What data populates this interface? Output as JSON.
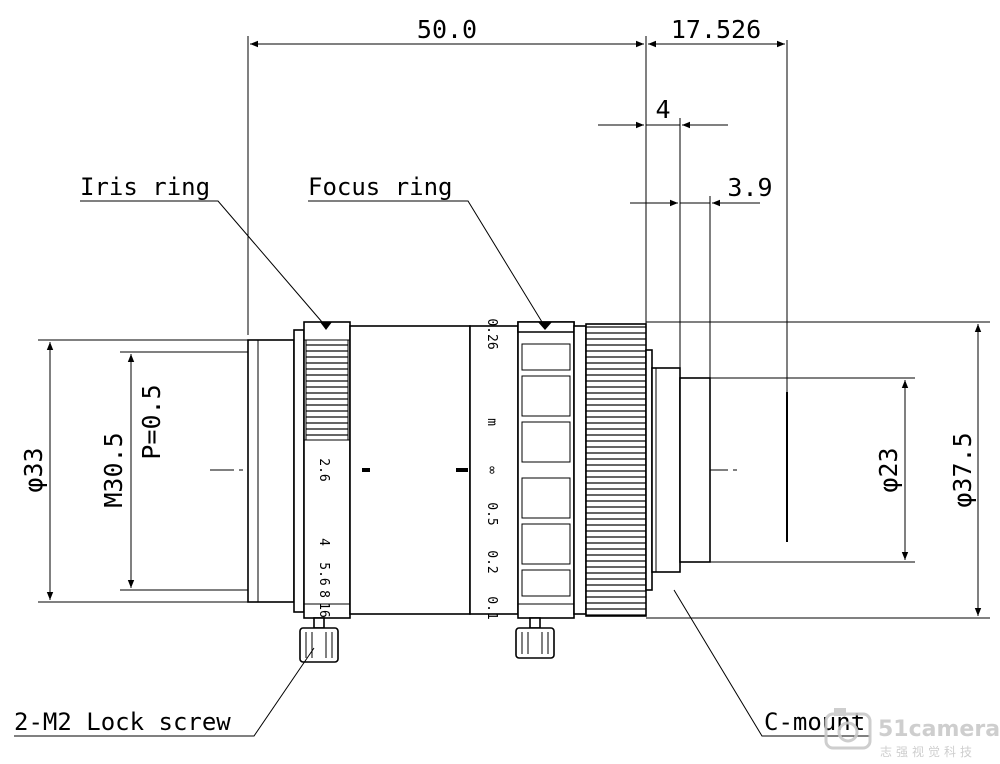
{
  "dimensions": {
    "overall_length": "50.0",
    "flange_back": "17.526",
    "mount_depth": "4",
    "rear_protrusion": "3.9",
    "front_diameter": "φ33",
    "filter_thread": "M30.5",
    "thread_pitch": "P=0.5",
    "rear_diameter": "φ23",
    "body_diameter": "φ37.5"
  },
  "labels": {
    "iris_ring": "Iris ring",
    "focus_ring": "Focus ring",
    "lock_screw": "2-M2 Lock screw",
    "c_mount": "C-mount"
  },
  "iris_scale": [
    "2.6",
    "4",
    "5.6",
    "8",
    "16"
  ],
  "focus_scale": [
    "0.26",
    "m",
    "∞",
    "0.5",
    "0.2",
    "0.1"
  ],
  "watermark": {
    "brand": "51camera",
    "tagline": "志强视觉科技"
  }
}
